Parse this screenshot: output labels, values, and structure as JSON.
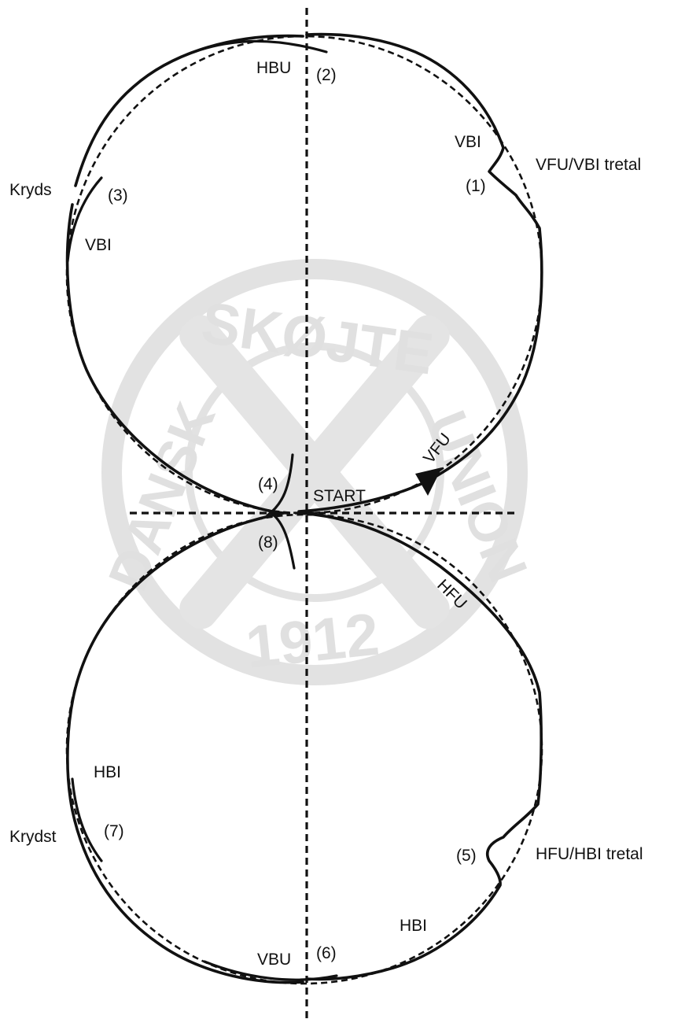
{
  "watermark": {
    "top_text": "SKØJTE",
    "left_text": "DANSK",
    "right_text": "UNION",
    "year": "1912"
  },
  "labels": {
    "start": "START",
    "vfu": "VFU",
    "hfu": "HFU",
    "vbi_top_right": "VBI",
    "vfu_vbi_turn": "VFU/VBI tretal",
    "step1": "(1)",
    "hbu": "HBU",
    "step2": "(2)",
    "kryds": "Kryds",
    "step3": "(3)",
    "vbi_left": "VBI",
    "step4": "(4)",
    "step8": "(8)",
    "hbi_left": "HBI",
    "krydst": "Krydst",
    "step7": "(7)",
    "step5": "(5)",
    "hfu_hbi_turn": "HFU/HBI tretal",
    "hbi_bottom": "HBI",
    "vbu": "VBU",
    "step6": "(6)"
  },
  "colors": {
    "ink": "#111111",
    "watermark": "#e0e0e0",
    "background": "#ffffff"
  }
}
